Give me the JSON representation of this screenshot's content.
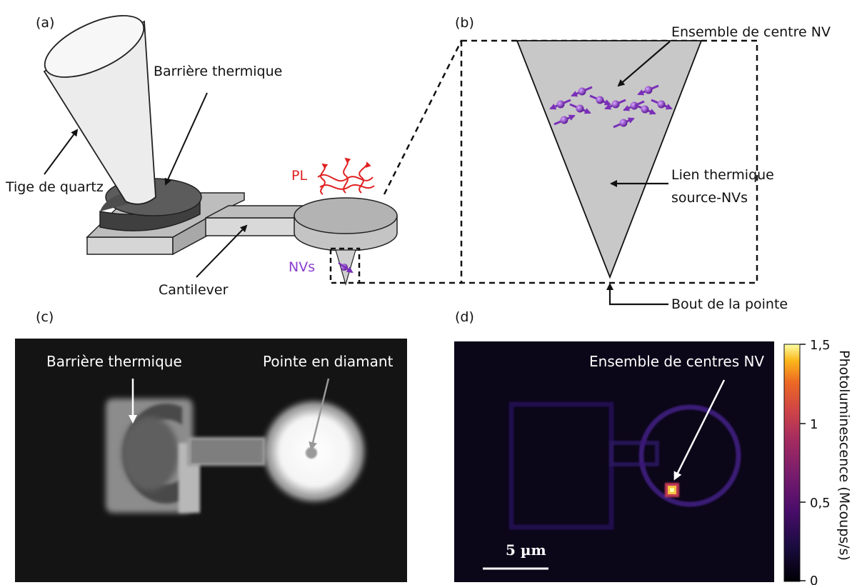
{
  "panels": {
    "a": {
      "tag": "(a)",
      "labels": {
        "thermal_barrier": "Barrière thermique",
        "quartz_rod": "Tige de quartz",
        "pl": "PL",
        "nvs": "NVs",
        "cantilever": "Cantilever"
      }
    },
    "b": {
      "tag": "(b)",
      "labels": {
        "ensemble": "Ensemble de centre NV",
        "thermal_link_1": "Lien thermique",
        "thermal_link_2": "source-NVs",
        "tip_end": "Bout de la pointe"
      }
    },
    "c": {
      "tag": "(c)",
      "labels": {
        "thermal_barrier": "Barrière thermique",
        "diamond_tip": "Pointe en diamant"
      }
    },
    "d": {
      "tag": "(d)",
      "labels": {
        "ensemble": "Ensemble de centres NV",
        "scale_bar": "5 µm"
      },
      "colorbar": {
        "title": "Photoluminescence (Mcoups/s)",
        "ticks": [
          "1,5",
          "1",
          "0,5",
          "0"
        ],
        "range": [
          0,
          1.5
        ],
        "colormap": "inferno"
      }
    }
  },
  "colors": {
    "pl_red": "#e02020",
    "nv_purple": "#7a2fb8",
    "tip_gray": "#c8c8c8",
    "barrier_dark": "#4a4a4a"
  }
}
